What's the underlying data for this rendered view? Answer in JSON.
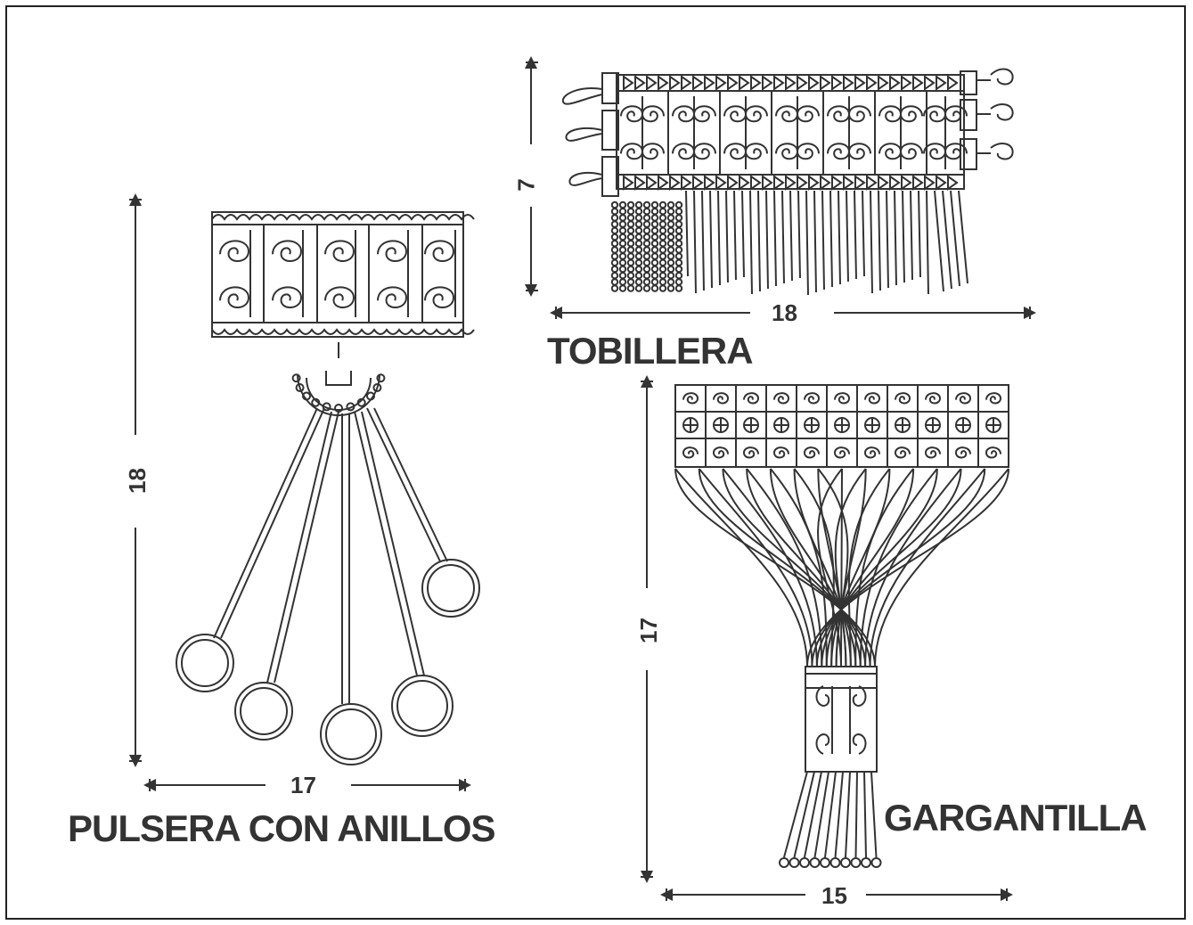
{
  "items": [
    {
      "id": "tobillera",
      "title": "TOBILLERA",
      "width": "18",
      "height": "7"
    },
    {
      "id": "pulsera",
      "title": "PULSERA CON ANILLOS",
      "width": "17",
      "height": "18"
    },
    {
      "id": "gargantilla",
      "title": "GARGANTILLA",
      "width": "15",
      "height": "17"
    }
  ],
  "colors": {
    "ink": "#333333",
    "background": "#ffffff"
  }
}
